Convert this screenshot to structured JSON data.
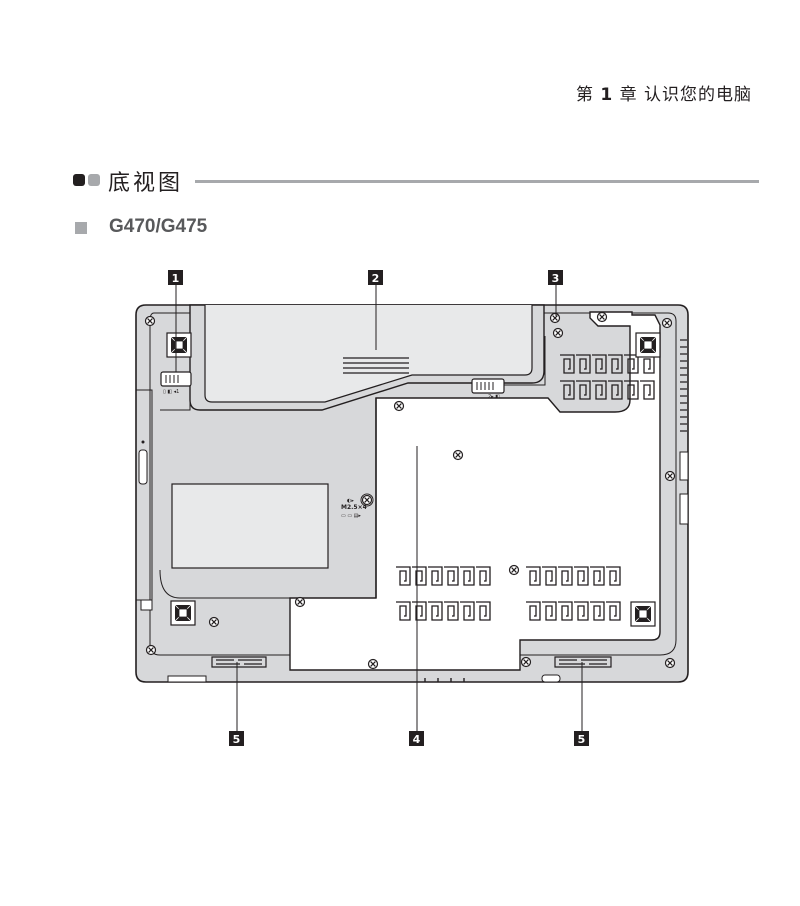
{
  "header": {
    "chapter_prefix": "第",
    "chapter_number": "1",
    "chapter_suffix": "章 认识您的电脑"
  },
  "section": {
    "title": "底视图"
  },
  "subsection": {
    "label": "G470/G475"
  },
  "diagram": {
    "callouts": [
      "1",
      "2",
      "3",
      "4",
      "5",
      "5"
    ],
    "screw_spec": "M2.5×4"
  },
  "colors": {
    "callout_bg": "#231f20",
    "callout_text": "#ffffff",
    "rule": "#a7a9ac",
    "laptop_base": "#d7d8da",
    "panel": "#e8e9ea",
    "line": "#231f20"
  }
}
